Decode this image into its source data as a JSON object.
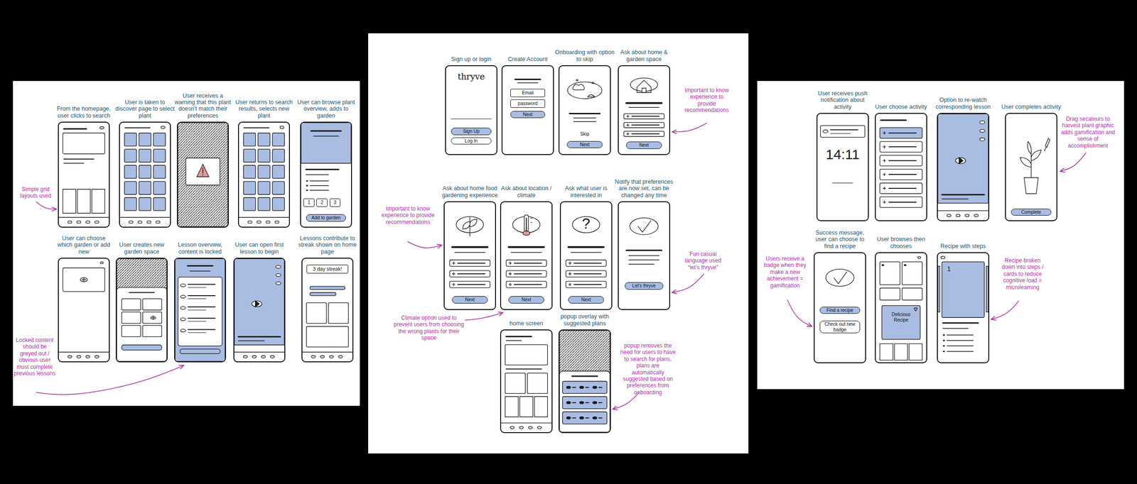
{
  "diagram": {
    "nodes": [
      {
        "text": [
          "From the homepage, user clicks to search"
        ]
      },
      {
        "text": [
          "User is taken to discover page to select plant"
        ]
      },
      {
        "text": [
          "User receives a warning that this plant doesn't match their preferences"
        ]
      },
      {
        "text": [
          "User returns to search results, selects new plant"
        ]
      },
      {
        "text": [
          "User can browse plant overview, adds to garden",
          "1",
          "2",
          "3",
          "Add to garden"
        ]
      },
      {
        "text": [
          "User can choose which garden or add new"
        ]
      },
      {
        "text": [
          "User creates new garden space"
        ]
      },
      {
        "text": [
          "Lesson overview, content is locked"
        ]
      },
      {
        "text": [
          "User can open first lesson to begin"
        ]
      },
      {
        "text": [
          "Lessons contribute to streak shown on home page",
          "3 day streak!"
        ]
      },
      {
        "text": [
          "Sign up or login",
          "thryve",
          "Sign Up",
          "Log In"
        ]
      },
      {
        "text": [
          "Create Account",
          "Email",
          "password",
          "Next"
        ]
      },
      {
        "text": [
          "Onboarding with option to skip",
          "Skip",
          "Next"
        ]
      },
      {
        "text": [
          "Ask about home & garden space",
          "Next"
        ]
      },
      {
        "text": [
          "Ask about home food gardening experience",
          "Next"
        ]
      },
      {
        "text": [
          "Ask about location / climate",
          "Next"
        ]
      },
      {
        "text": [
          "Ask what user is interested in",
          "?",
          "Next"
        ]
      },
      {
        "text": [
          "Notify that preferences are now set, can be changed any time",
          "Let's thryve"
        ]
      },
      {
        "text": [
          "home screen"
        ]
      },
      {
        "text": [
          "popup overlay with suggested plans"
        ]
      },
      {
        "text": [
          "User receives push notification about activity",
          "14:11"
        ]
      },
      {
        "text": [
          "User choose activity"
        ]
      },
      {
        "text": [
          "Option to re-watch corresponding lesson"
        ]
      },
      {
        "text": [
          "User completes activity",
          "Complete"
        ]
      },
      {
        "text": [
          "Success message, user can choose to find a recipe",
          "Find a recipe",
          "Check out new badge"
        ]
      },
      {
        "text": [
          "User browses then chooses",
          "Delicious Recipe"
        ]
      },
      {
        "text": [
          "Recipe with steps",
          "1"
        ]
      }
    ],
    "labels": [
      "Simple grid layouts used",
      "Locked content should be greyed out / obvious user must complete previous lessons",
      "Important to know experience to provide recommendations",
      "Important to know experience to provide recommendations",
      "Fun casual language used “let’s thryve”",
      "Climate option used to prevent users from choosing the wrong plants for their space",
      "popup removes the need for users to have to search for plans, plans are automatically suggested based on preferences from onboarding",
      "Drag secateurs to harvest plant graphic adds gamification and sense of accomplishment",
      "Users receive a badge when they make a new achievement = gamification",
      "Recipe broken down into steps / cards to reduce cognitive load = microlearning"
    ]
  }
}
